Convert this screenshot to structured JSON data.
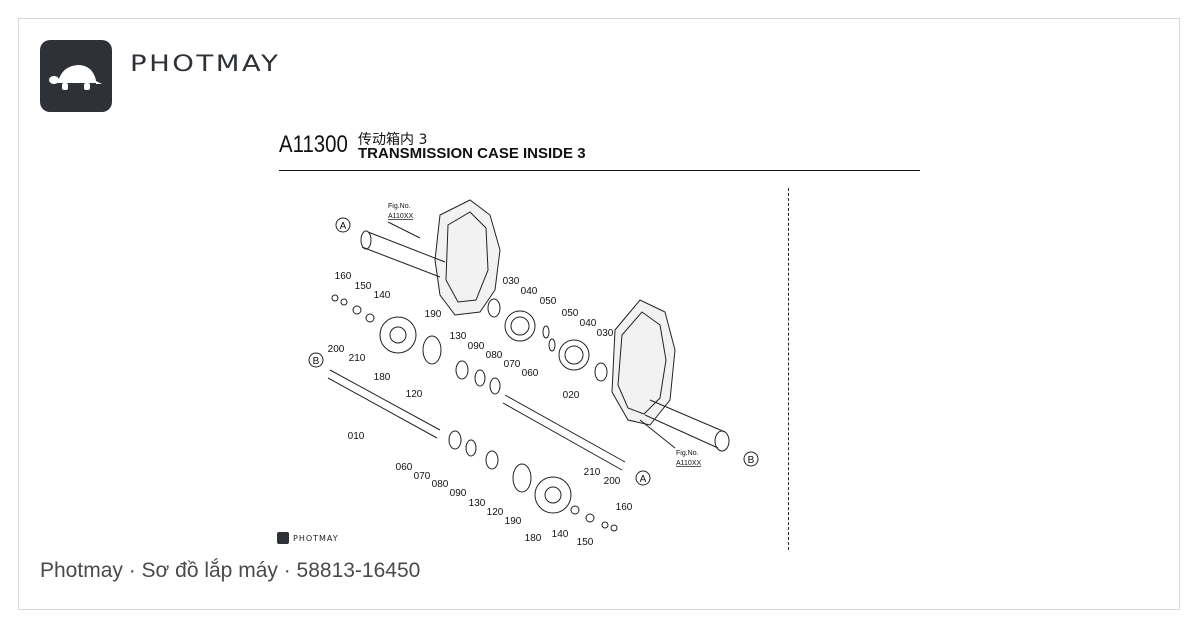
{
  "brand": {
    "name": "PHOTMAY",
    "logo_icon": "turtle-icon",
    "logo_bg": "#2e3236"
  },
  "sheet": {
    "code": "A11300",
    "title_cn": "传动箱内 3",
    "title_en": "TRANSMISSION CASE INSIDE 3",
    "watermark": "PHOTMAY"
  },
  "callouts": [
    {
      "id": "c-a-top",
      "text": "A"
    },
    {
      "id": "c-b-left",
      "text": "B"
    },
    {
      "id": "c-a-bottom",
      "text": "A"
    },
    {
      "id": "c-b-right",
      "text": "B"
    }
  ],
  "fig_refs": [
    {
      "no": "Fig.No.",
      "ref": "A110XX"
    },
    {
      "no": "Fig.No.",
      "ref": "A110XX"
    }
  ],
  "part_labels": [
    "160",
    "150",
    "140",
    "190",
    "200",
    "210",
    "180",
    "120",
    "130",
    "090",
    "080",
    "070",
    "060",
    "030",
    "040",
    "050",
    "050",
    "040",
    "030",
    "020",
    "010",
    "060",
    "070",
    "080",
    "090",
    "130",
    "120",
    "190",
    "180",
    "140",
    "150",
    "160",
    "200",
    "210"
  ],
  "footer": {
    "text": "Photmay · Sơ đồ lắp máy · 58813-16450"
  }
}
